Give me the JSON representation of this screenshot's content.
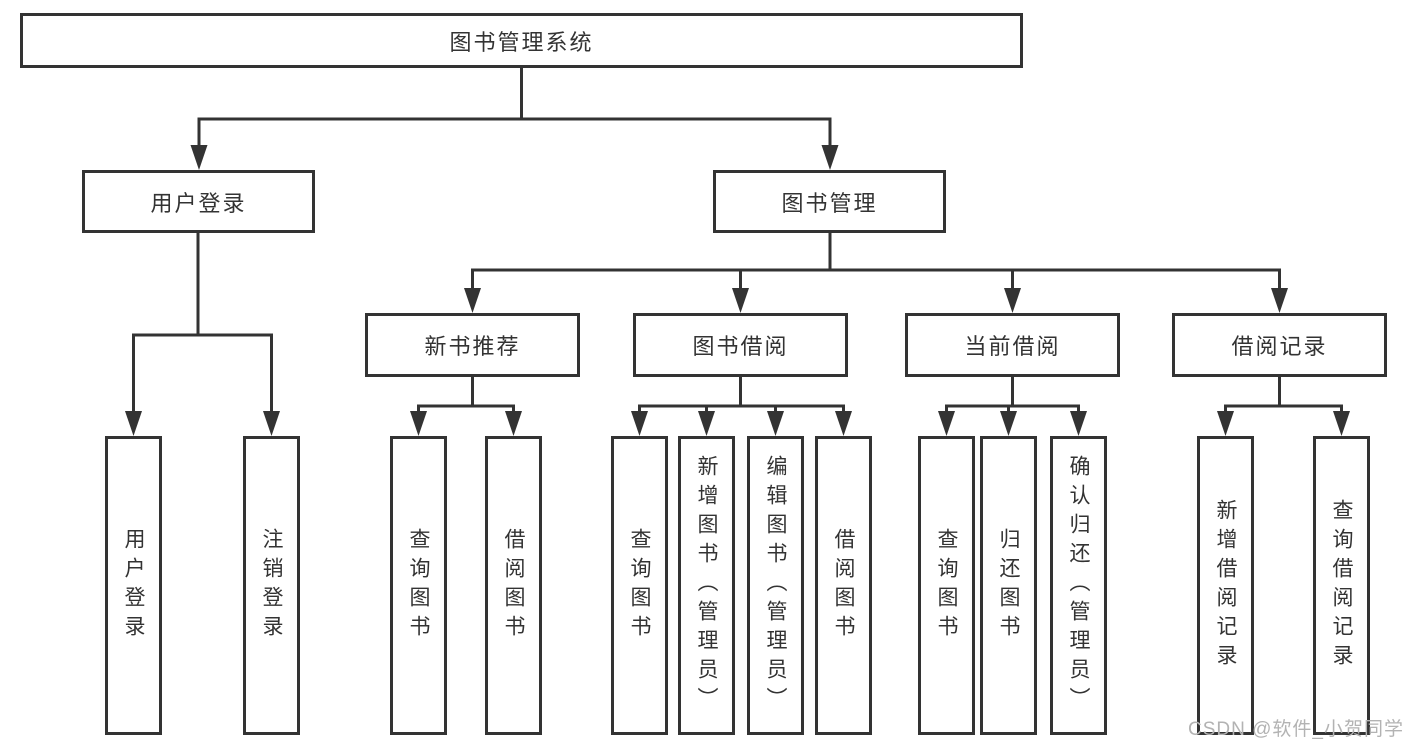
{
  "diagram": {
    "kind": "hierarchy-tree",
    "levels": 4
  },
  "nodes": {
    "root": {
      "label": "图书管理系统"
    },
    "user_login": {
      "label": "用户登录"
    },
    "book_mgmt": {
      "label": "图书管理"
    },
    "new_book_rec": {
      "label": "新书推荐"
    },
    "book_borrow": {
      "label": "图书借阅"
    },
    "current_borrow": {
      "label": "当前借阅"
    },
    "borrow_record": {
      "label": "借阅记录"
    },
    "ul_login": {
      "label": "用户登录"
    },
    "ul_logout": {
      "label": "注销登录"
    },
    "nb_query": {
      "label": "查询图书"
    },
    "nb_borrow": {
      "label": "借阅图书"
    },
    "bb_query": {
      "label": "查询图书"
    },
    "bb_add": {
      "label": "新增图书（管理员）"
    },
    "bb_edit": {
      "label": "编辑图书（管理员）"
    },
    "bb_borrow": {
      "label": "借阅图书"
    },
    "cb_query": {
      "label": "查询图书"
    },
    "cb_return": {
      "label": "归还图书"
    },
    "cb_confirm": {
      "label": "确认归还（管理员）"
    },
    "br_add": {
      "label": "新增借阅记录"
    },
    "br_query": {
      "label": "查询借阅记录"
    }
  },
  "watermark": {
    "text": "CSDN @软件_小贺同学"
  },
  "colors": {
    "line": "#333333",
    "box_border": "#333333",
    "box_fill": "#ffffff",
    "text": "#333333",
    "watermark": "#b3b3b3",
    "background": "#ffffff"
  }
}
